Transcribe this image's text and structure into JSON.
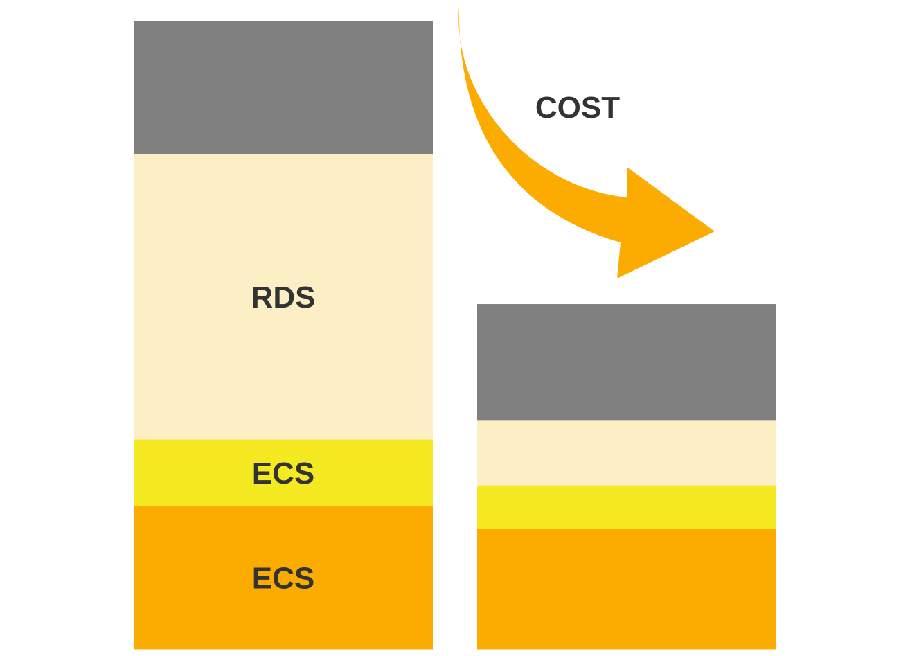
{
  "chart_data": {
    "type": "bar",
    "stacked": true,
    "title": "",
    "xlabel": "",
    "ylabel": "",
    "ylim": [
      0,
      100
    ],
    "categories": [
      "",
      ""
    ],
    "series": [
      {
        "label": "ECS",
        "color": "#FCAC00",
        "values": [
          22.8,
          19.2
        ]
      },
      {
        "label": "ECS",
        "color": "#F5E921",
        "values": [
          10.6,
          6.9
        ]
      },
      {
        "label": "RDS",
        "color": "#FCEEC5",
        "values": [
          45.4,
          10.3
        ]
      },
      {
        "label": "",
        "color": "#808080",
        "values": [
          21.2,
          18.5
        ]
      }
    ],
    "annotation": {
      "text": "COST",
      "arrow_color": "#FCAC00",
      "direction": "down-right"
    },
    "grid": false,
    "legend": "none"
  },
  "colors": {
    "background": "#FFFFFF",
    "label_text": "#333333"
  }
}
